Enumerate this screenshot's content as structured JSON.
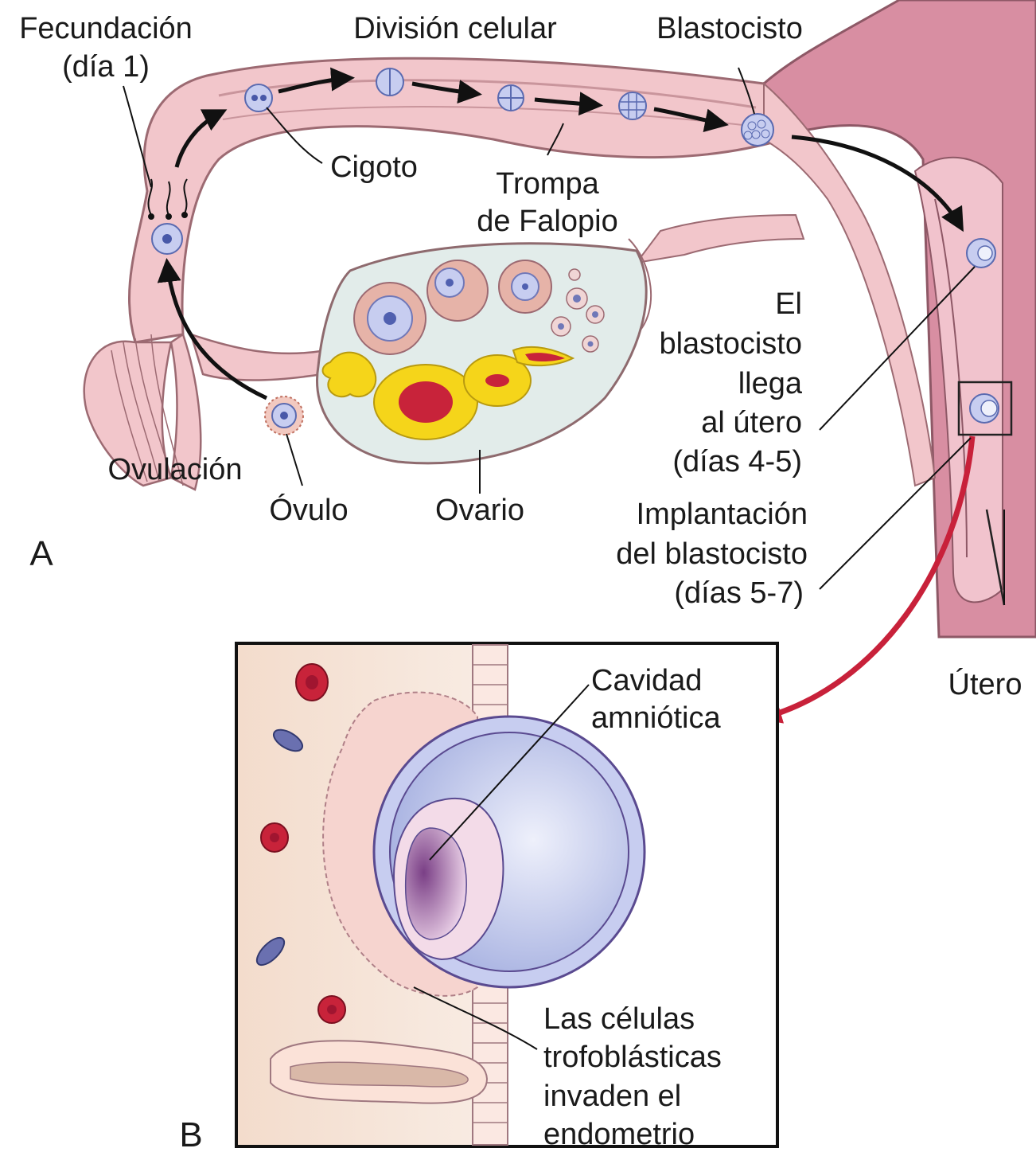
{
  "labels": {
    "fecundacion": "Fecundación",
    "fecundacion_day": "(día 1)",
    "division": "División celular",
    "blastocisto": "Blastocisto",
    "cigoto": "Cigoto",
    "trompa_1": "Trompa",
    "trompa_2": "de Falopio",
    "llega_1": "El",
    "llega_2": "blastocisto",
    "llega_3": "llega",
    "llega_4": "al útero",
    "llega_5": "(días 4-5)",
    "implant_1": "Implantación",
    "implant_2": "del blastocisto",
    "implant_3": "(días 5-7)",
    "ovulacion": "Ovulación",
    "ovulo": "Óvulo",
    "ovario": "Ovario",
    "utero": "Útero",
    "panel_a": "A",
    "panel_b": "B",
    "cavidad_1": "Cavidad",
    "cavidad_2": "amniótica",
    "celulas_1": "Las células",
    "celulas_2": "trofoblásticas",
    "celulas_3": "invaden el",
    "celulas_4": "endometrio"
  },
  "colors": {
    "uterus": "#d88ea2",
    "tube": "#f2c6cb",
    "tube_outline": "#9c6a72",
    "ovary": "#e2ecea",
    "corpus_yellow": "#f5d51a",
    "corpus_red": "#c8233a",
    "cell_blue": "#c7cdf0",
    "arrow_red": "#c8213a",
    "endometrium": "#f4e0d2"
  }
}
